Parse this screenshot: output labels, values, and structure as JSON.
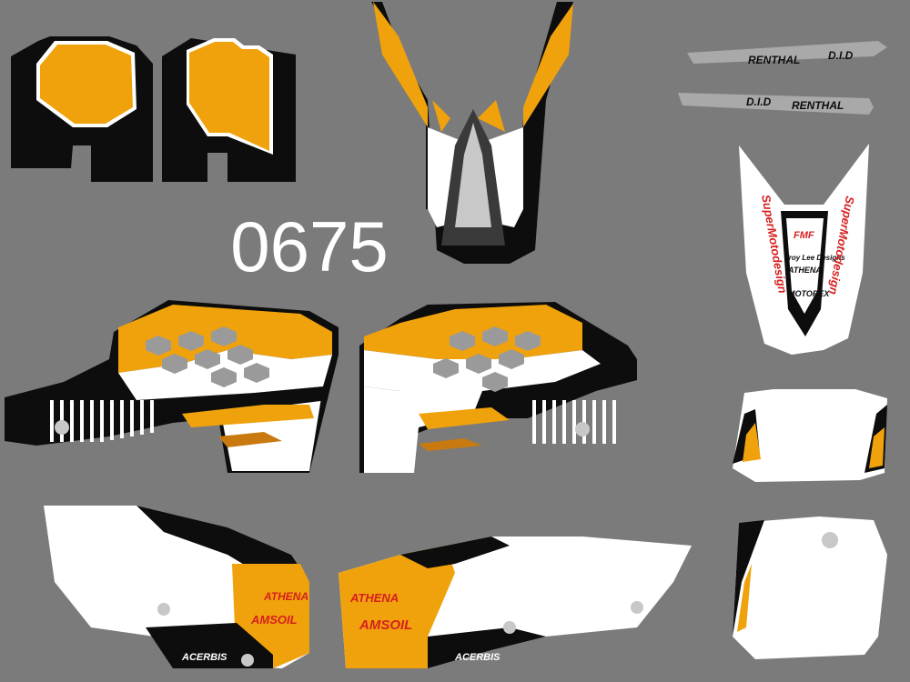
{
  "product_code": "0675",
  "colors": {
    "background": "#7b7b7b",
    "orange": "#f0a20c",
    "black": "#0d0d0d",
    "white": "#ffffff",
    "grey_strip": "#a9a9a9",
    "red": "#d62020"
  },
  "brands": {
    "renthal": "RENTHAL",
    "did": "D.I.D",
    "fmf": "FMF",
    "supermoto": "SuperMotodesign",
    "troylee": "Troy Lee Designs",
    "athena": "ATHENA",
    "motorex": "MOTOREX",
    "amsoil": "AMSOIL",
    "acerbis": "ACERBIS"
  }
}
